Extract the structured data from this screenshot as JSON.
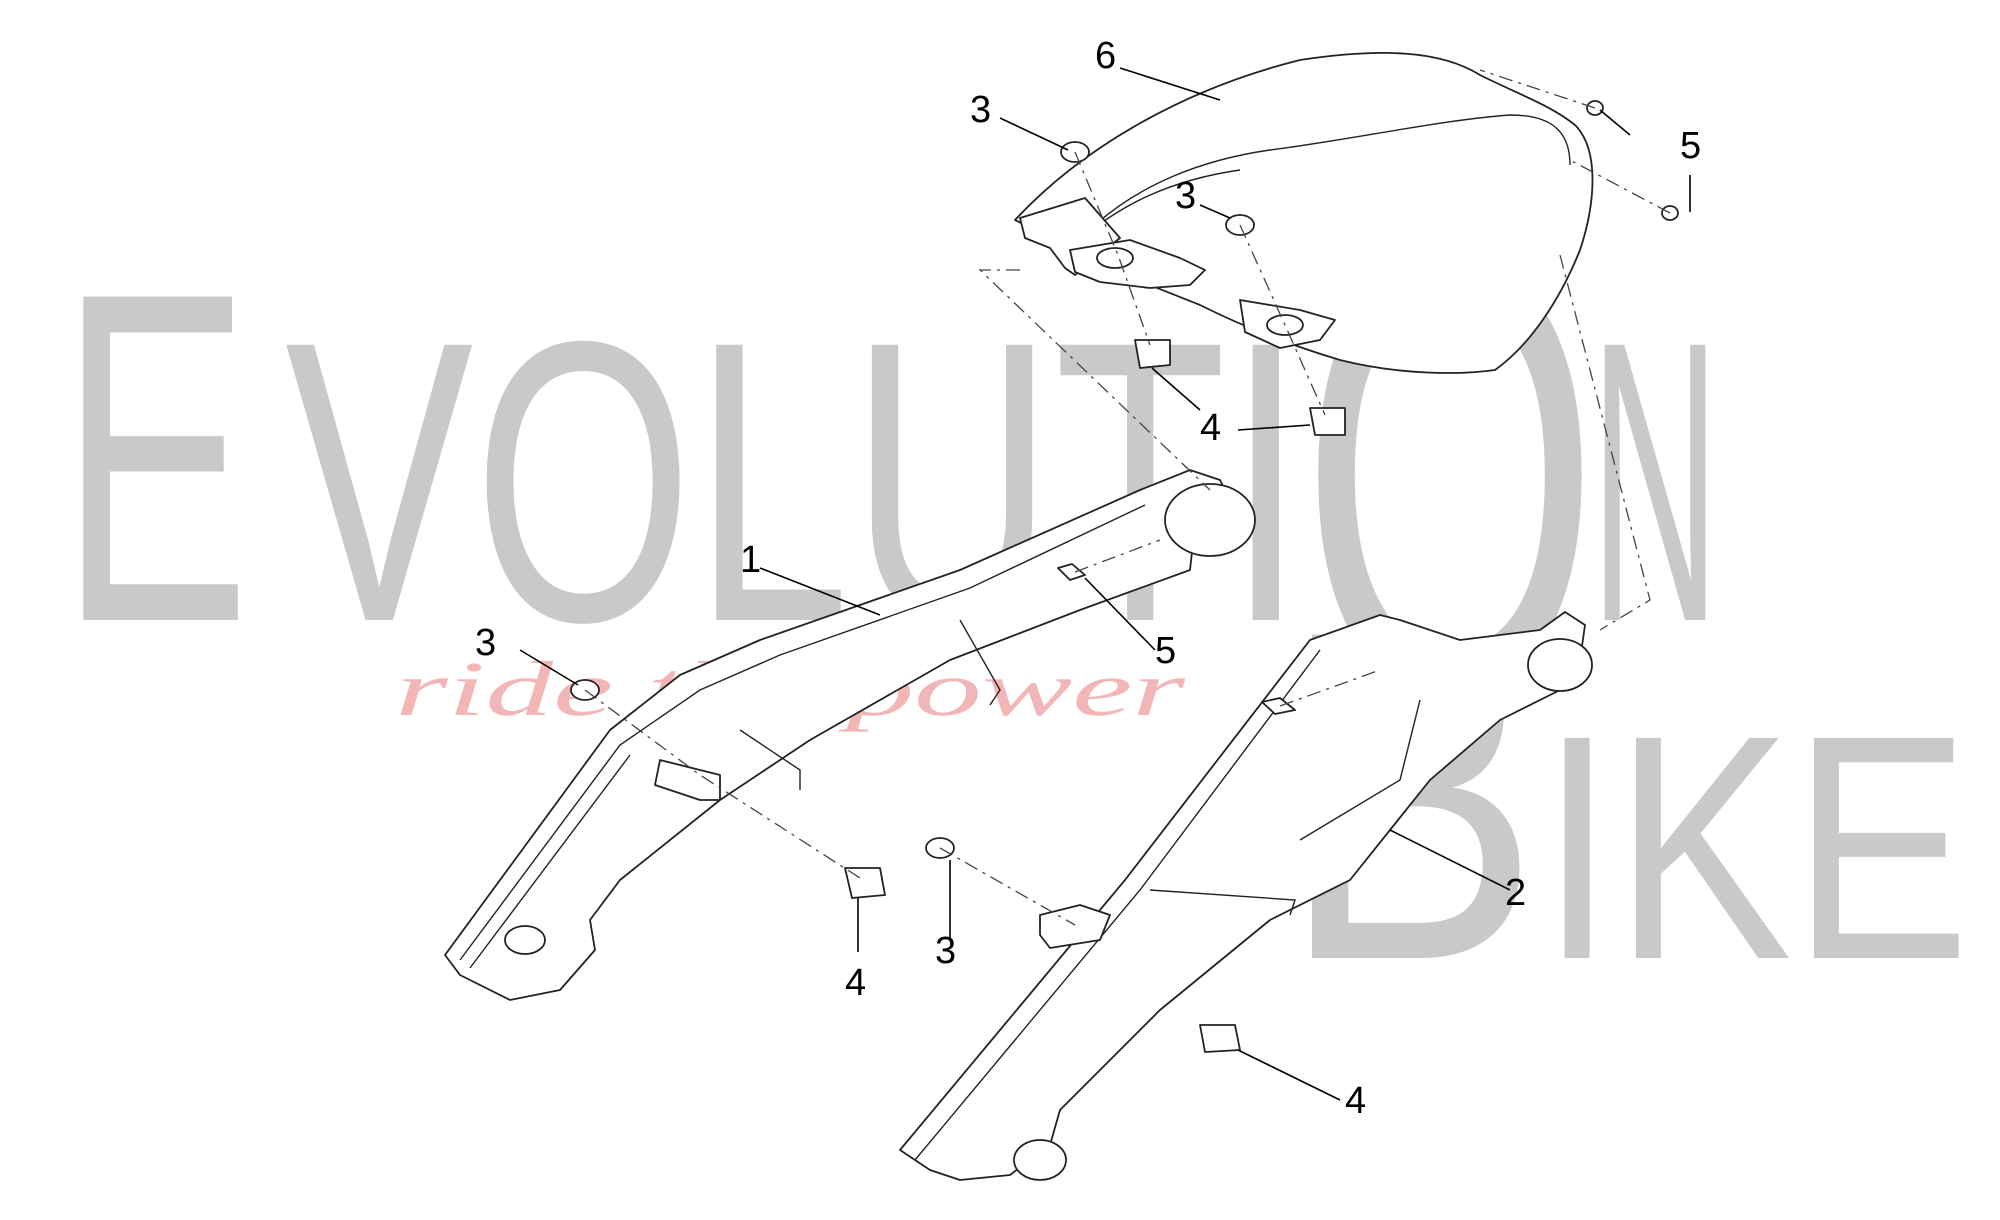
{
  "watermark": {
    "row1": "EVOLUTION",
    "row2": "BIKE",
    "slogan": "ride the power",
    "letter_color": "#c9c9c9",
    "slogan_color": "#f2b6b6"
  },
  "callouts": {
    "c1": "1",
    "c2": "2",
    "c3a": "3",
    "c3b": "3",
    "c3c": "3",
    "c3d": "3",
    "c4a": "4",
    "c4b": "4",
    "c4c": "4",
    "c5a": "5",
    "c5b": "5",
    "c6": "6"
  }
}
